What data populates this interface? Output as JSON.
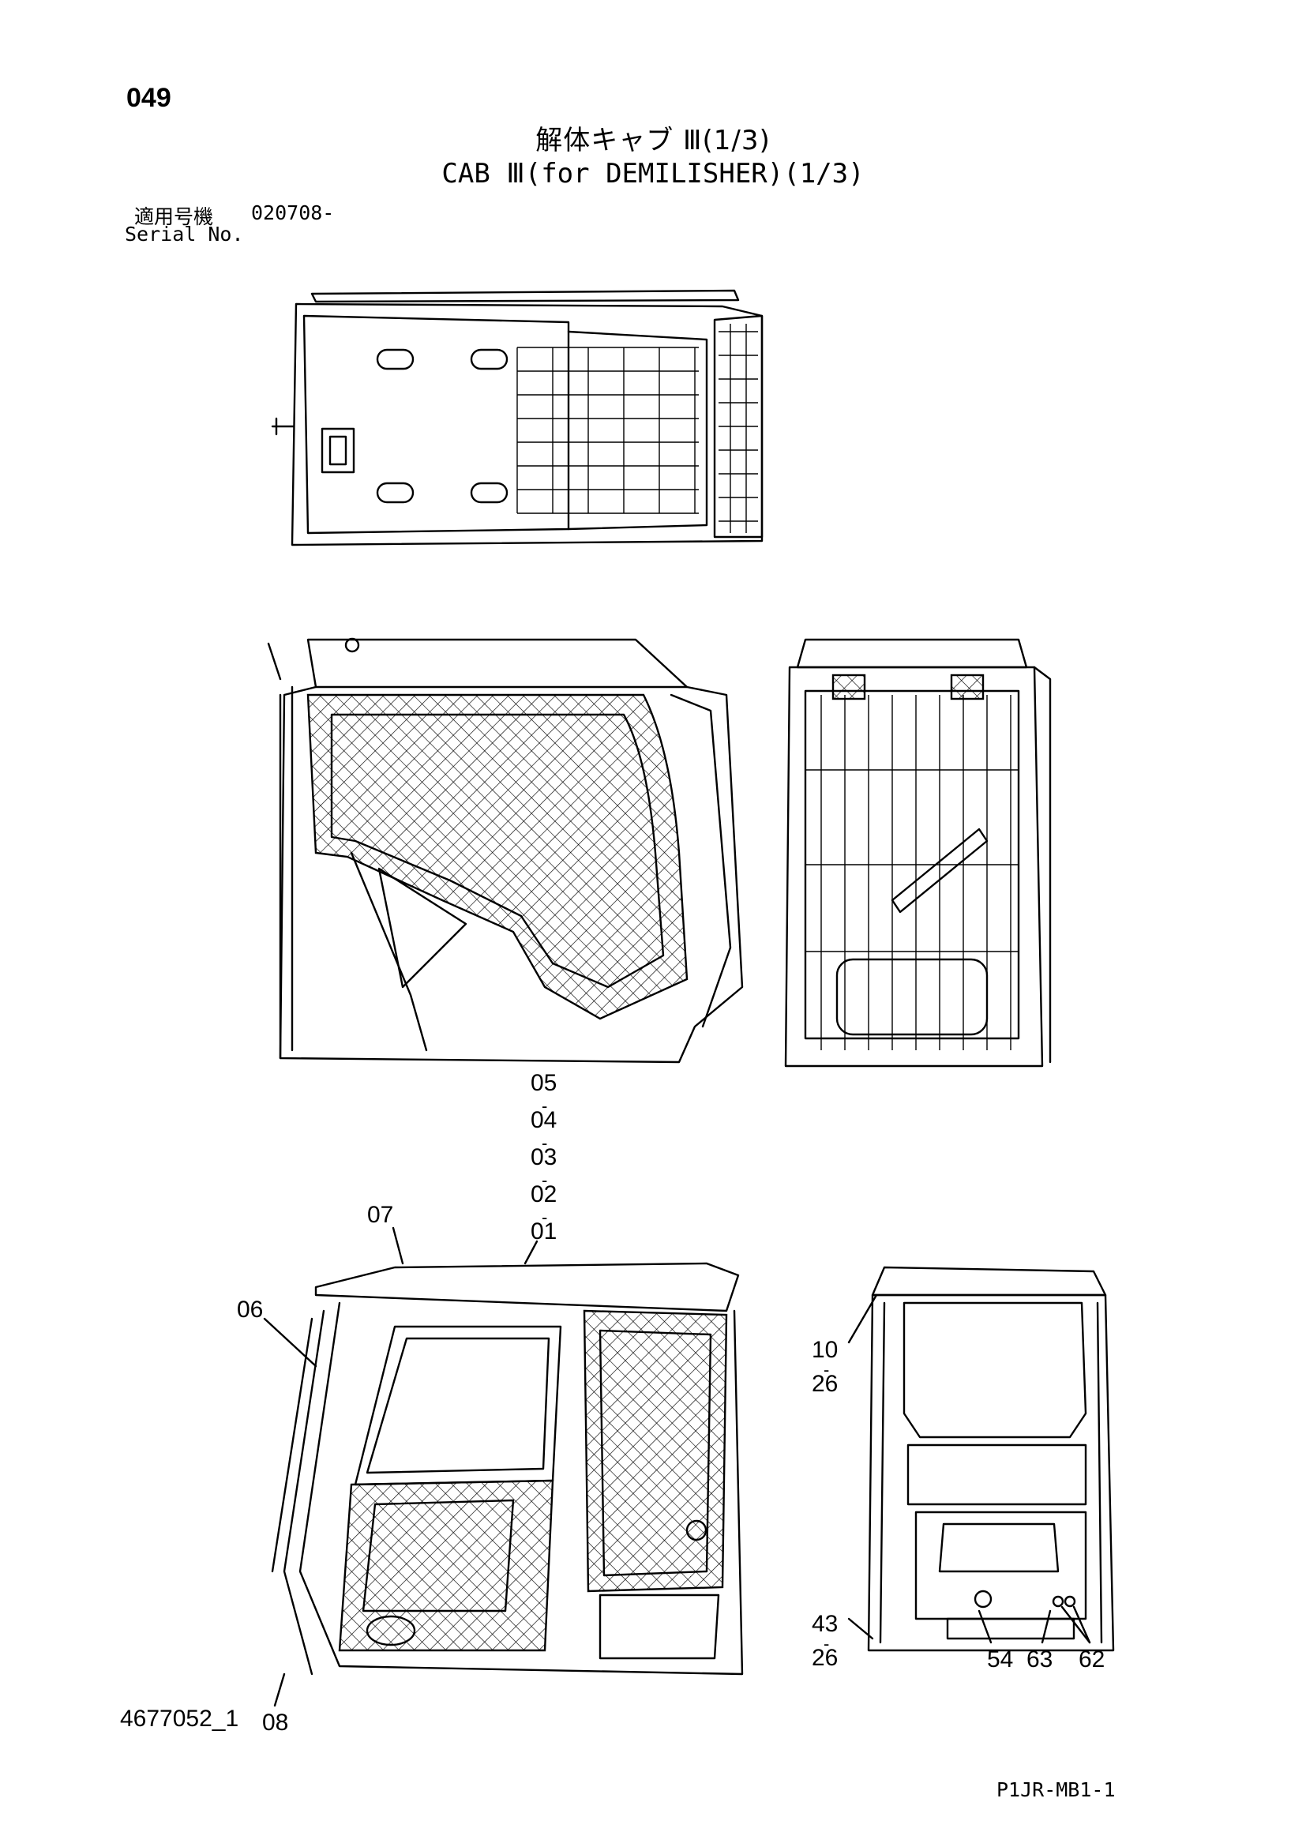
{
  "header": {
    "page_number": "049",
    "title_jp": "解体キャブ Ⅲ(1/3)",
    "title_en": "CAB Ⅲ(for DEMILISHER)(1/3)",
    "serial_label_jp": "適用号機",
    "serial_value": "020708-",
    "serial_label_en": "Serial No."
  },
  "callouts": {
    "c05": "05",
    "c04": "04",
    "c03": "03",
    "c02": "02",
    "c01": "01",
    "c07": "07",
    "c06": "06",
    "c08": "08",
    "c10": "10",
    "c26a": "26",
    "c43": "43",
    "c26b": "26",
    "c54": "54",
    "c63": "63",
    "c62": "62",
    "dash": "-"
  },
  "footer": {
    "document_number": "4677052_1",
    "page_code": "P1JR-MB1-1"
  },
  "icons": [
    "cab-top-view-drawing",
    "cab-side-view-drawing",
    "cab-rear-view-drawing",
    "cab-iso-view-drawing",
    "cab-front-view-drawing"
  ]
}
